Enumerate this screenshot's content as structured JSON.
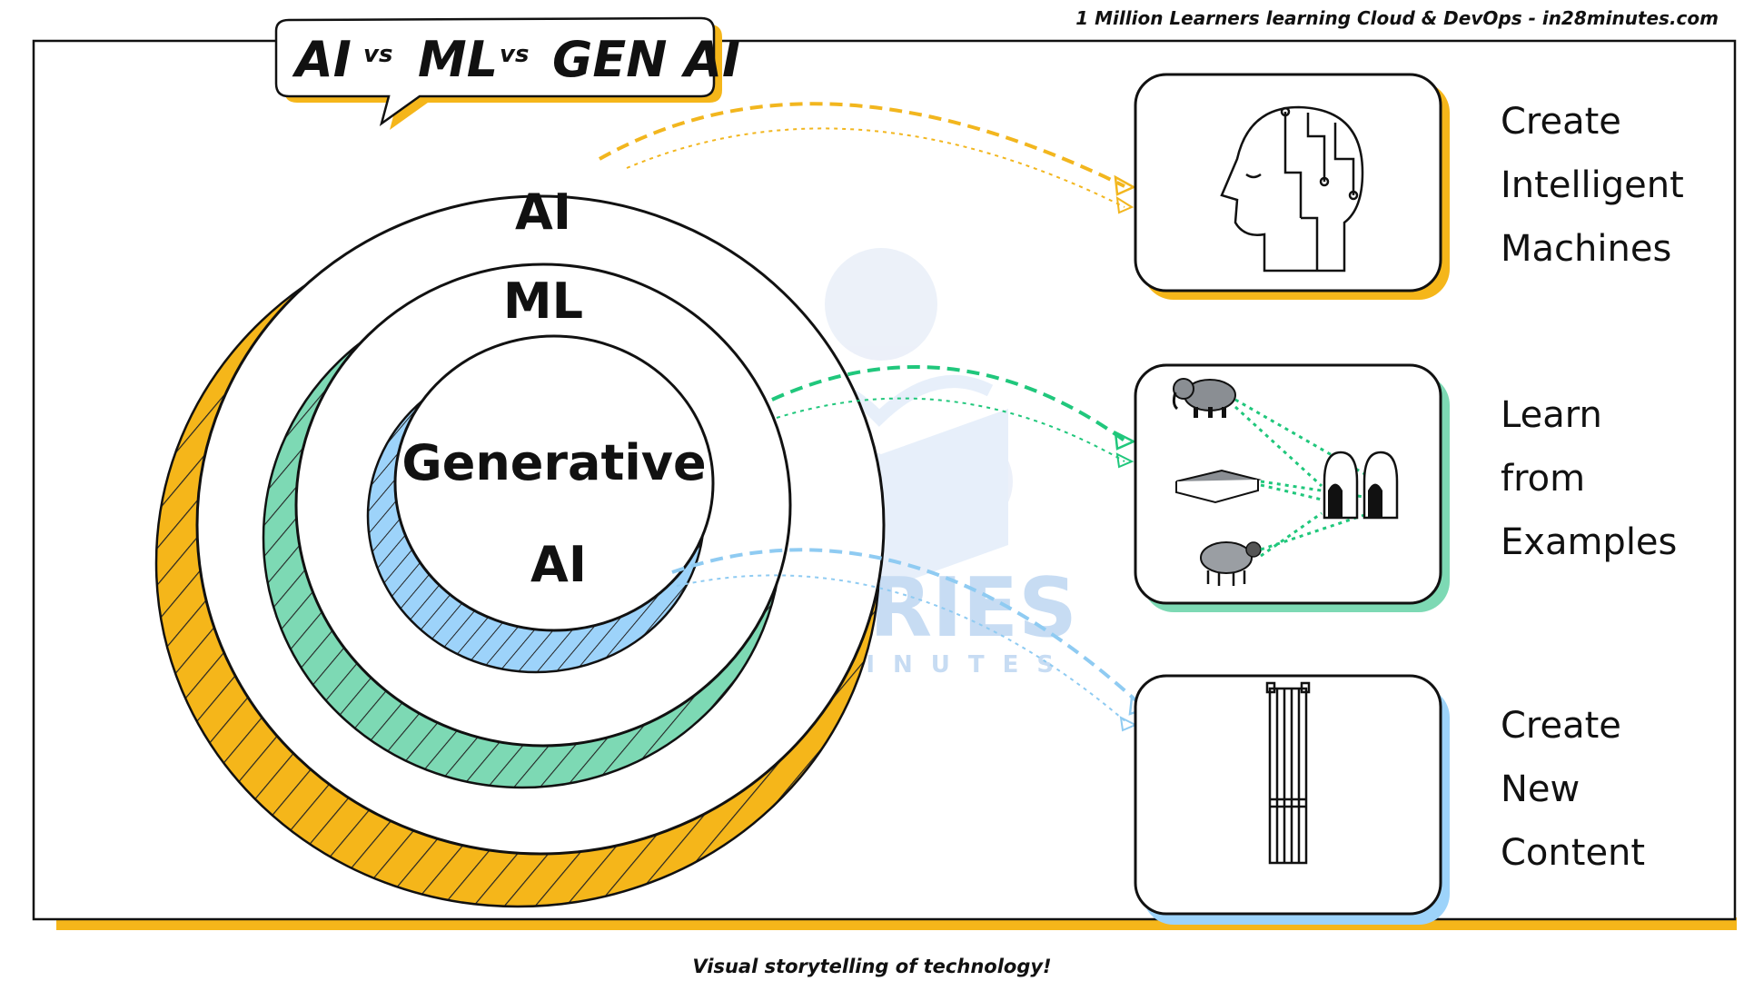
{
  "header": {
    "tagline": "1 Million Learners learning Cloud & DevOps - in28minutes.com",
    "title_parts": [
      "AI",
      "vs",
      "ML",
      "vs",
      "GEN AI"
    ]
  },
  "rings": {
    "ai": "AI",
    "ml": "ML",
    "genai_line1": "Generative",
    "genai_line2": "AI"
  },
  "cards": [
    {
      "lines": [
        "Create",
        "Intelligent",
        "Machines"
      ],
      "accent": "#F5B61A",
      "icon": "ai-head-icon"
    },
    {
      "lines": [
        "Learn",
        "from",
        "Examples"
      ],
      "accent": "#7DD9B4",
      "icon": "learning-examples-icon"
    },
    {
      "lines": [
        "Create",
        "New",
        "Content"
      ],
      "accent": "#9DD3FA",
      "icon": "new-content-icon"
    }
  ],
  "watermark": {
    "line1": "STORIES",
    "line2": "IN28MINUTES"
  },
  "footer": "Visual storytelling of technology!",
  "colors": {
    "ai": "#F5B61A",
    "ml": "#7DD9B4",
    "genai": "#9DD3FA",
    "arrow_ai": "#F2B61E",
    "arrow_ml": "#20C77C",
    "arrow_genai": "#8FCBF2",
    "ink": "#111111"
  }
}
